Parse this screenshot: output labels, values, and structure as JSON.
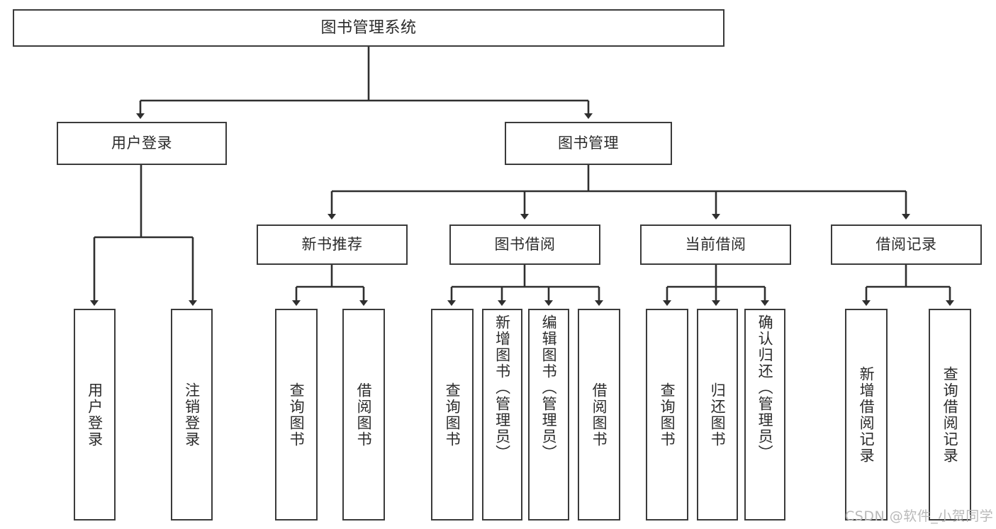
{
  "diagram": {
    "title": "图书管理系统",
    "type": "tree-hierarchy",
    "root": {
      "label": "图书管理系统"
    },
    "level1": [
      {
        "label": "用户登录"
      },
      {
        "label": "图书管理"
      }
    ],
    "level2": [
      {
        "label": "新书推荐"
      },
      {
        "label": "图书借阅"
      },
      {
        "label": "当前借阅"
      },
      {
        "label": "借阅记录"
      }
    ],
    "leaves": {
      "user_login": [
        {
          "label": "用户登录"
        },
        {
          "label": "注销登录"
        }
      ],
      "new_book_recommend": [
        {
          "label": "查询图书"
        },
        {
          "label": "借阅图书"
        }
      ],
      "book_borrow": [
        {
          "label": "查询图书"
        },
        {
          "label": "新增图书（管理员）"
        },
        {
          "label": "编辑图书（管理员）"
        },
        {
          "label": "借阅图书"
        }
      ],
      "current_borrow": [
        {
          "label": "查询图书"
        },
        {
          "label": "归还图书"
        },
        {
          "label": "确认归还（管理员）"
        }
      ],
      "borrow_record": [
        {
          "label": "新增借阅记录"
        },
        {
          "label": "查询借阅记录"
        }
      ]
    }
  },
  "watermark": {
    "text": "CSDN @软件_小贺同学"
  },
  "colors": {
    "background": "#ffffff",
    "node_fill": "#ffffff",
    "node_border": "#3b3b3b",
    "edge": "#2f2f2f",
    "text": "#2b2b2b",
    "watermark": "#b9b9b9"
  }
}
